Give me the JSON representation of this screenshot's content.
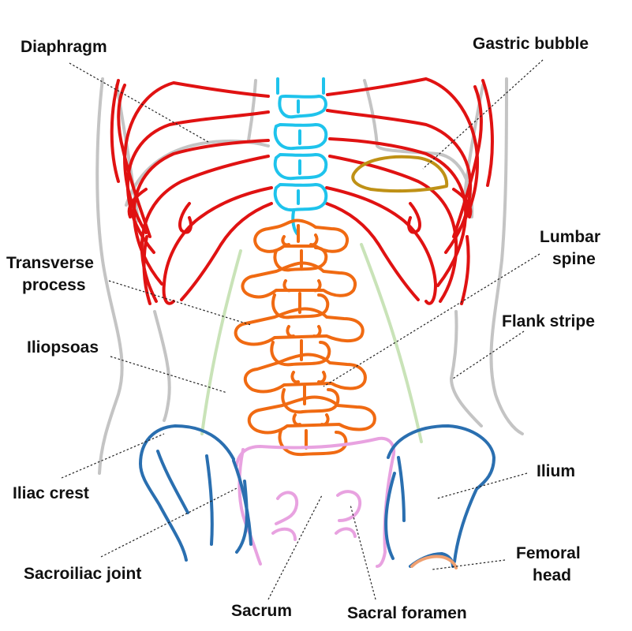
{
  "colors": {
    "ribs": "#e01212",
    "thoracic_spine": "#1ec3ec",
    "lumbar_spine": "#f06a12",
    "pelvis": "#2a6fb0",
    "sacrum": "#e8a2e0",
    "flank": "#c4c4c4",
    "psoas": "#c9e3b8",
    "gastric_bubble": "#bf9116",
    "femoral_head": "#f0a070"
  },
  "labels": {
    "diaphragm": "Diaphragm",
    "gastric_bubble": "Gastric bubble",
    "lumbar_spine_1": "Lumbar",
    "lumbar_spine_2": "spine",
    "transverse_process_1": "Transverse",
    "transverse_process_2": "process",
    "flank_stripe": "Flank stripe",
    "iliopsoas": "Iliopsoas",
    "iliac_crest": "Iliac crest",
    "ilium": "Ilium",
    "sacroiliac_joint": "Sacroiliac joint",
    "femoral_head_1": "Femoral",
    "femoral_head_2": "head",
    "sacrum": "Sacrum",
    "sacral_foramen": "Sacral foramen"
  }
}
